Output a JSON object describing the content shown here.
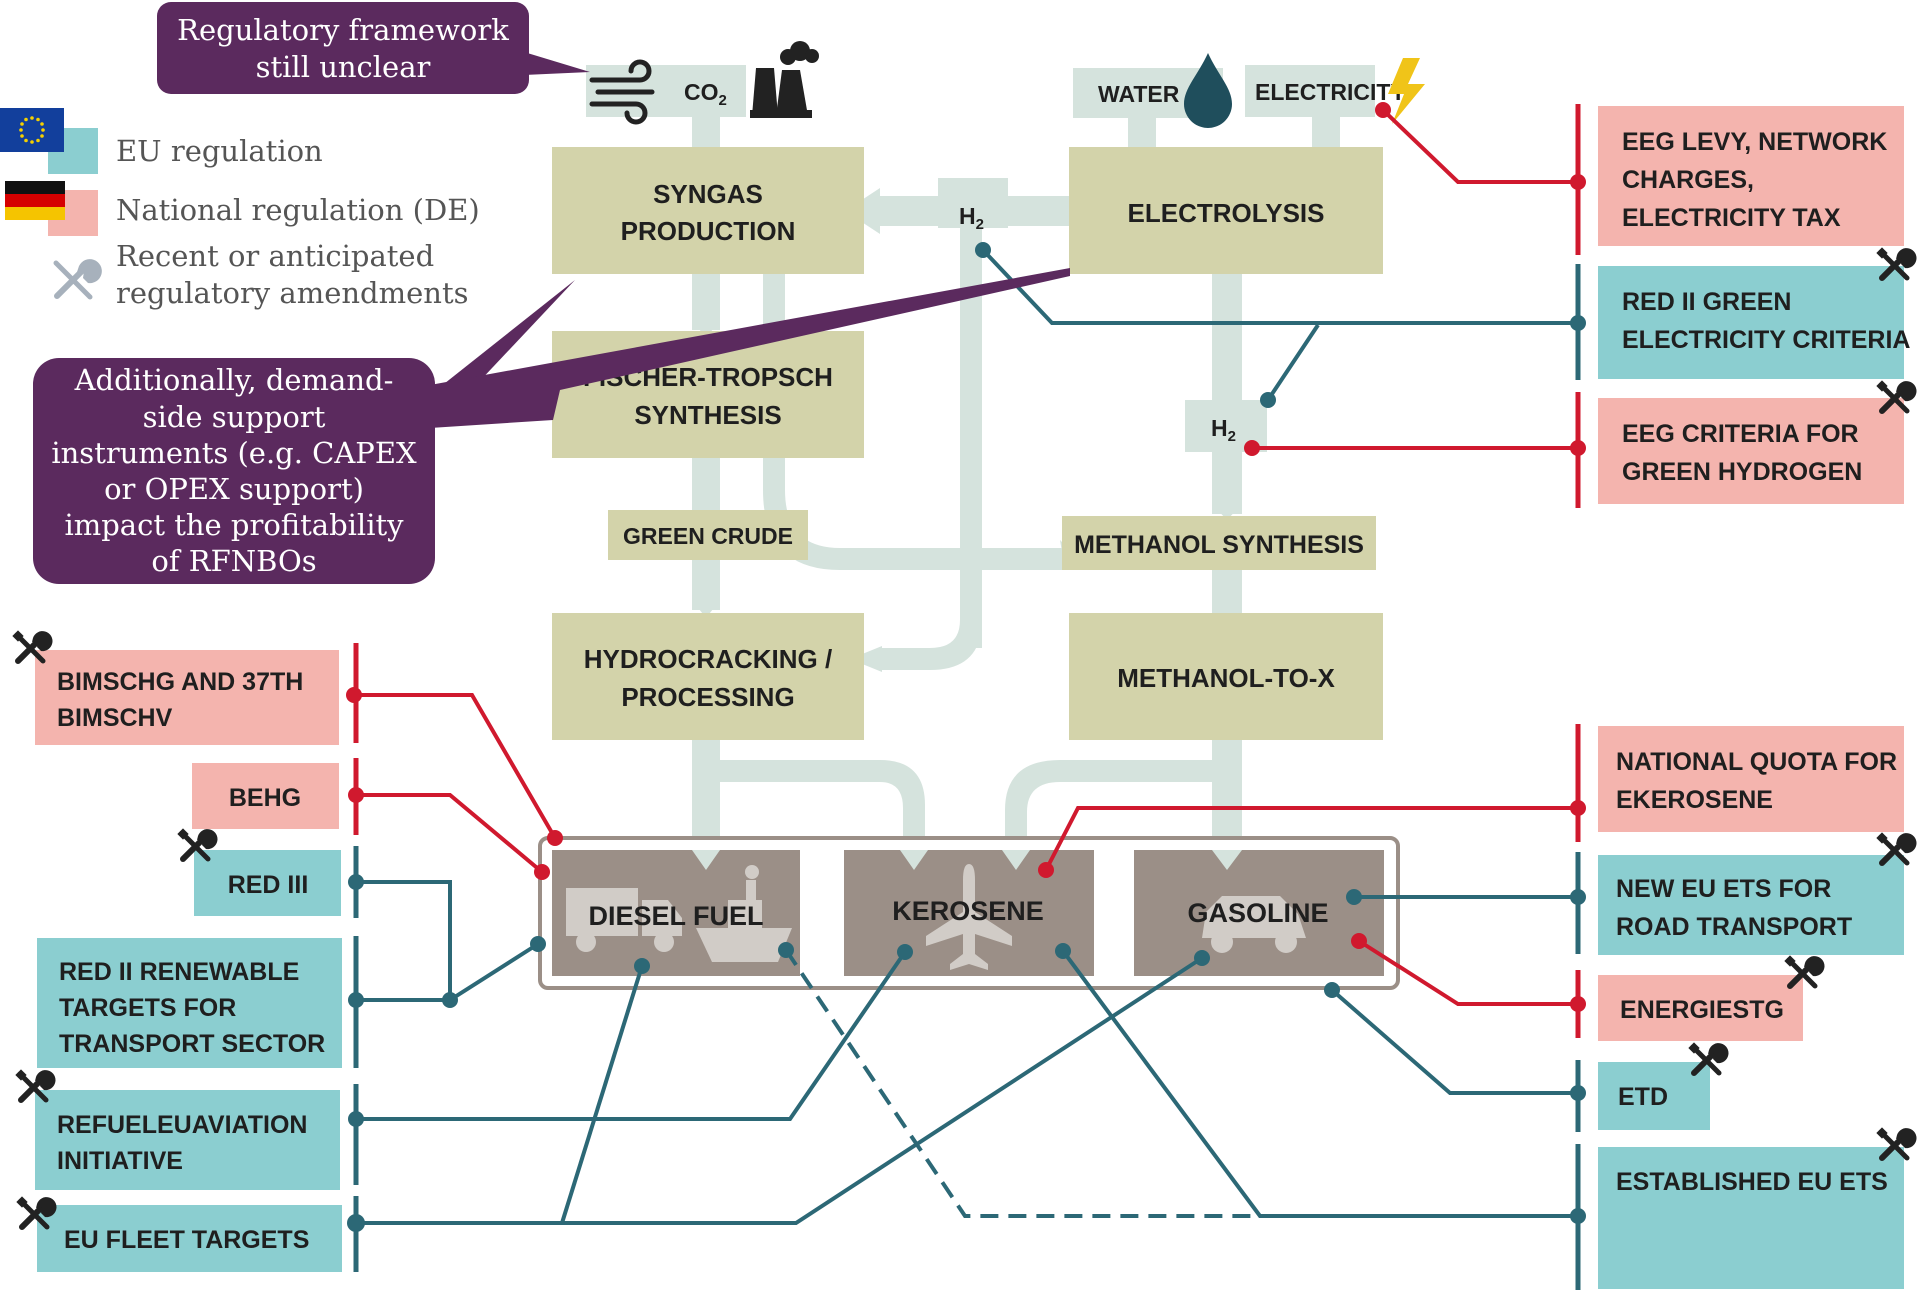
{
  "colors": {
    "process_box": "#d3d3aa",
    "flow": "#d5e3dd",
    "product_box": "#9b8f87",
    "eu_box": "#8bced0",
    "national_box": "#f4b4ae",
    "eu_line": "#2c6876",
    "national_line": "#d0192e",
    "callout": "#5b2a5e",
    "drop": "#1f4e5c",
    "lightning": "#f0c419"
  },
  "callouts": {
    "top": [
      "Regulatory framework",
      "still unclear"
    ],
    "left": [
      "Additionally, demand-",
      "side support",
      "instruments (e.g. CAPEX",
      "or OPEX support)",
      "impact the profitability",
      "of RFNBOs"
    ]
  },
  "legend": {
    "eu": "EU regulation",
    "national": "National regulation (DE)",
    "amend": [
      "Recent or anticipated",
      "regulatory amendments"
    ]
  },
  "inputs": {
    "co2": "CO",
    "co2_sub": "2",
    "water": "WATER",
    "electricity": "ELECTRICITY"
  },
  "h2": {
    "label": "H",
    "sub": "2"
  },
  "processes": {
    "syngas": [
      "SYNGAS",
      "PRODUCTION"
    ],
    "electrolysis": "ELECTROLYSIS",
    "fischer": [
      "FISCHER-TROPSCH",
      "SYNTHESIS"
    ],
    "green_crude": "GREEN CRUDE",
    "methanol_synthesis": "METHANOL SYNTHESIS",
    "hydrocracking": [
      "HYDROCRACKING /",
      "PROCESSING"
    ],
    "methanol_to_x": "METHANOL-TO-X"
  },
  "products": {
    "diesel": "DIESEL FUEL",
    "kerosene": "KEROSENE",
    "gasoline": "GASOLINE"
  },
  "regulations": {
    "bimschg": [
      "BIMSCHG AND 37TH",
      "BIMSCHV"
    ],
    "behg": "BEHG",
    "red3": "RED III",
    "red2_transport": [
      "RED II RENEWABLE",
      "TARGETS FOR",
      "TRANSPORT SECTOR"
    ],
    "refuel": [
      "REFUELEUAVIATION",
      "INITIATIVE"
    ],
    "fleet": "EU FLEET TARGETS",
    "eeg_levy": [
      "EEG LEVY, NETWORK",
      "CHARGES,",
      "ELECTRICITY TAX"
    ],
    "red2_green": [
      "RED II GREEN",
      "ELECTRICITY CRITERIA"
    ],
    "eeg_h2": [
      "EEG CRITERIA FOR",
      "GREEN HYDROGEN"
    ],
    "quota": [
      "NATIONAL QUOTA FOR",
      "EKEROSENE"
    ],
    "new_ets": [
      "NEW EU ETS FOR",
      "ROAD TRANSPORT"
    ],
    "energiestg": "ENERGIESTG",
    "etd": "ETD",
    "ets": "ESTABLISHED EU ETS"
  },
  "icons": [
    "eu-flag-icon",
    "de-flag-icon",
    "wrench-icon",
    "wind-icon",
    "factory-icon",
    "water-drop-icon",
    "lightning-icon",
    "truck-icon",
    "ship-icon",
    "airplane-icon",
    "car-icon"
  ]
}
